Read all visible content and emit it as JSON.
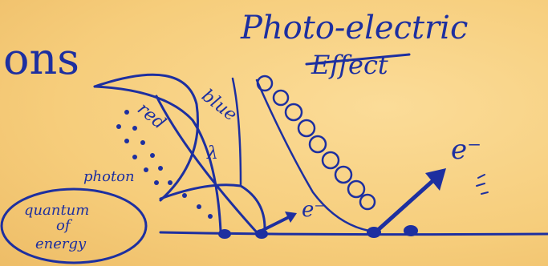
{
  "labels": {
    "partial_word": "ons",
    "title_line1": "Photo-electric",
    "title_line2": "Effect",
    "blue": "blue",
    "red": "red",
    "lambda": "λ",
    "photon": "photon",
    "electron_small": "e⁻",
    "electron_large": "e⁻",
    "quantum_line1": "quantum",
    "quantum_line2": "of",
    "quantum_line3": "energy"
  },
  "colors": {
    "paper": "#f7cf7e",
    "ink": "#1d2fa0"
  }
}
